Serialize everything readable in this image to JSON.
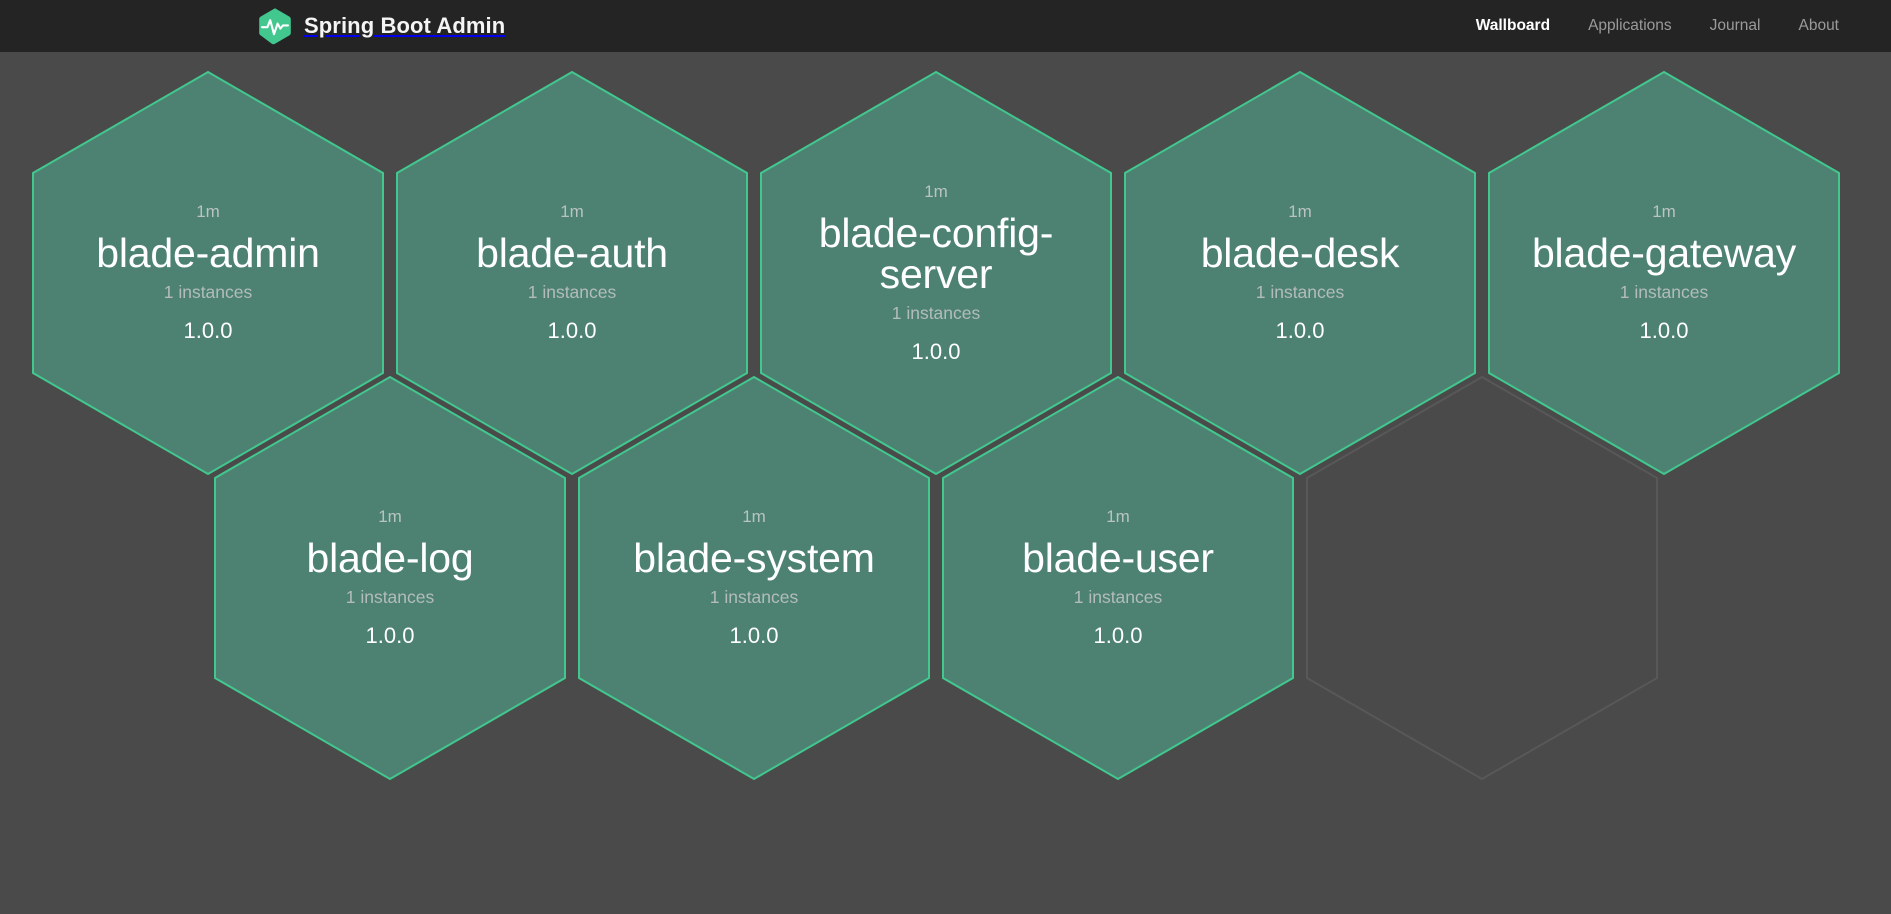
{
  "app": {
    "title": "Spring Boot Admin",
    "logo_icon": "hexagon-heartbeat-icon",
    "brand_color": "#42c78f",
    "navbar_bg": "#242424",
    "wallboard_bg": "#4a4a4a"
  },
  "nav": {
    "items": [
      {
        "label": "Wallboard",
        "active": true,
        "name": "nav-link-wallboard"
      },
      {
        "label": "Applications",
        "active": false,
        "name": "nav-link-applications"
      },
      {
        "label": "Journal",
        "active": false,
        "name": "nav-link-journal"
      },
      {
        "label": "About",
        "active": false,
        "name": "nav-link-about"
      }
    ]
  },
  "wallboard": {
    "status_color_up": "#4d8273",
    "status_border_up": "#42c78f",
    "placeholder_border": "#585858",
    "applications": [
      {
        "name": "blade-admin",
        "uptime": "1m",
        "instances": "1 instances",
        "version": "1.0.0",
        "status": "UP",
        "col": 0,
        "row": 0
      },
      {
        "name": "blade-auth",
        "uptime": "1m",
        "instances": "1 instances",
        "version": "1.0.0",
        "status": "UP",
        "col": 1,
        "row": 0
      },
      {
        "name": "blade-config-server",
        "uptime": "1m",
        "instances": "1 instances",
        "version": "1.0.0",
        "status": "UP",
        "col": 2,
        "row": 0
      },
      {
        "name": "blade-desk",
        "uptime": "1m",
        "instances": "1 instances",
        "version": "1.0.0",
        "status": "UP",
        "col": 3,
        "row": 0
      },
      {
        "name": "blade-gateway",
        "uptime": "1m",
        "instances": "1 instances",
        "version": "1.0.0",
        "status": "UP",
        "col": 4,
        "row": 0
      },
      {
        "name": "blade-log",
        "uptime": "1m",
        "instances": "1 instances",
        "version": "1.0.0",
        "status": "UP",
        "col": 0,
        "row": 1
      },
      {
        "name": "blade-system",
        "uptime": "1m",
        "instances": "1 instances",
        "version": "1.0.0",
        "status": "UP",
        "col": 1,
        "row": 1
      },
      {
        "name": "blade-user",
        "uptime": "1m",
        "instances": "1 instances",
        "version": "1.0.0",
        "status": "UP",
        "col": 2,
        "row": 1
      }
    ],
    "placeholders": [
      {
        "col": 3,
        "row": 1
      }
    ]
  }
}
